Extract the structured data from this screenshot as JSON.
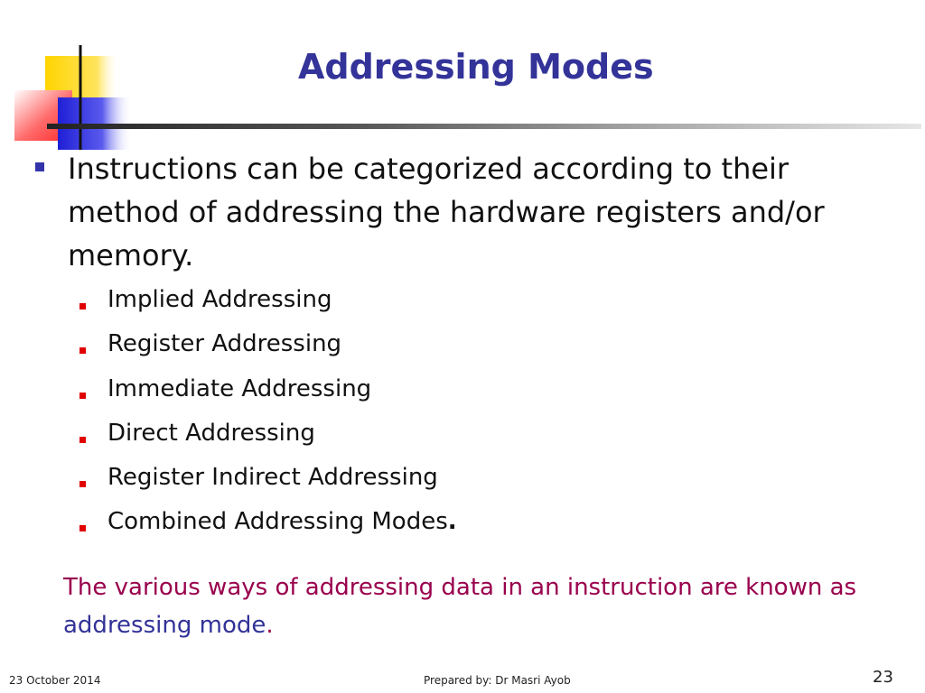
{
  "slide": {
    "title": "Addressing Modes",
    "main_point": "Instructions can be categorized according to their method of addressing the hardware registers and/or memory.",
    "modes": [
      {
        "label": "Implied Addressing",
        "suffix": ""
      },
      {
        "label": "Register Addressing",
        "suffix": ""
      },
      {
        "label": "Immediate Addressing",
        "suffix": ""
      },
      {
        "label": "Direct Addressing",
        "suffix": ""
      },
      {
        "label": "Register Indirect Addressing",
        "suffix": ""
      },
      {
        "label": "Combined Addressing Modes",
        "suffix": "."
      }
    ],
    "note_prefix": "The various ways of addressing data in an instruction are known as ",
    "note_highlight": "addressing mode",
    "note_suffix": "."
  },
  "footer": {
    "date": "23 October 2014",
    "author": "Prepared by: Dr Masri Ayob",
    "page": "23"
  },
  "colors": {
    "title": "#333399",
    "note": "#99004d",
    "highlight": "#333399",
    "sub_bullet": "#e00000",
    "main_bullet": "#3333aa"
  },
  "icons": {
    "logo": "color-squares-logo"
  }
}
